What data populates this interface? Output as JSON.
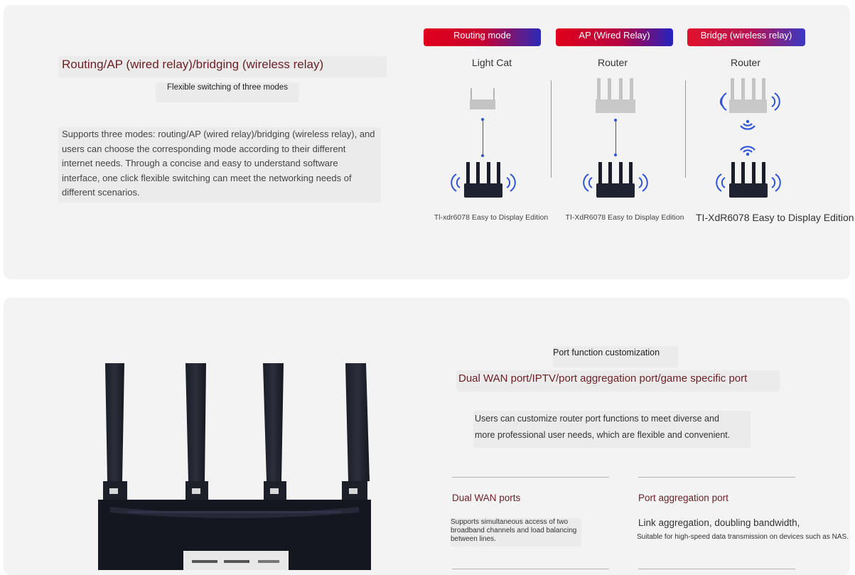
{
  "top_section": {
    "title": "Routing/AP (wired relay)/bridging (wireless relay)",
    "subtitle": "Flexible switching of three modes",
    "description": "Supports three modes: routing/AP (wired relay)/bridging (wireless relay), and users can choose the corresponding mode according to their different internet needs. Through a concise and easy to understand software interface, one click flexible switching can meet the networking needs of different scenarios.",
    "modes": [
      {
        "tag": "Routing mode",
        "head": "Light Cat",
        "caption": "Tl-xdr6078 Easy to Display Edition"
      },
      {
        "tag": "AP (Wired Relay)",
        "head": "Router",
        "caption": "TI-XdR6078 Easy to Display Edition"
      },
      {
        "tag": "Bridge (wireless relay)",
        "head": "Router",
        "caption": "TI-XdR6078 Easy to Display Edition"
      }
    ]
  },
  "bottom_section": {
    "heading": "Port function customization",
    "title": "Dual WAN port/IPTV/port aggregation port/game specific port",
    "description_line1": "Users can customize router port functions to meet diverse and",
    "description_line2": "more professional user needs, which are flexible and convenient.",
    "features": [
      {
        "title": "Dual WAN ports",
        "text": "Supports simultaneous access of two broadband channels and load balancing between lines."
      },
      {
        "title": "Port aggregation port",
        "subtitle": "Link aggregation, doubling bandwidth,",
        "text": "Suitable for high-speed data transmission on devices such as NAS."
      }
    ]
  },
  "colors": {
    "accent_red": "#e0001b",
    "accent_blue": "#2a2ab8",
    "title_maroon": "#6b1f24",
    "wifi_blue": "#2f54d6",
    "panel_bg": "#f3f3f3"
  }
}
